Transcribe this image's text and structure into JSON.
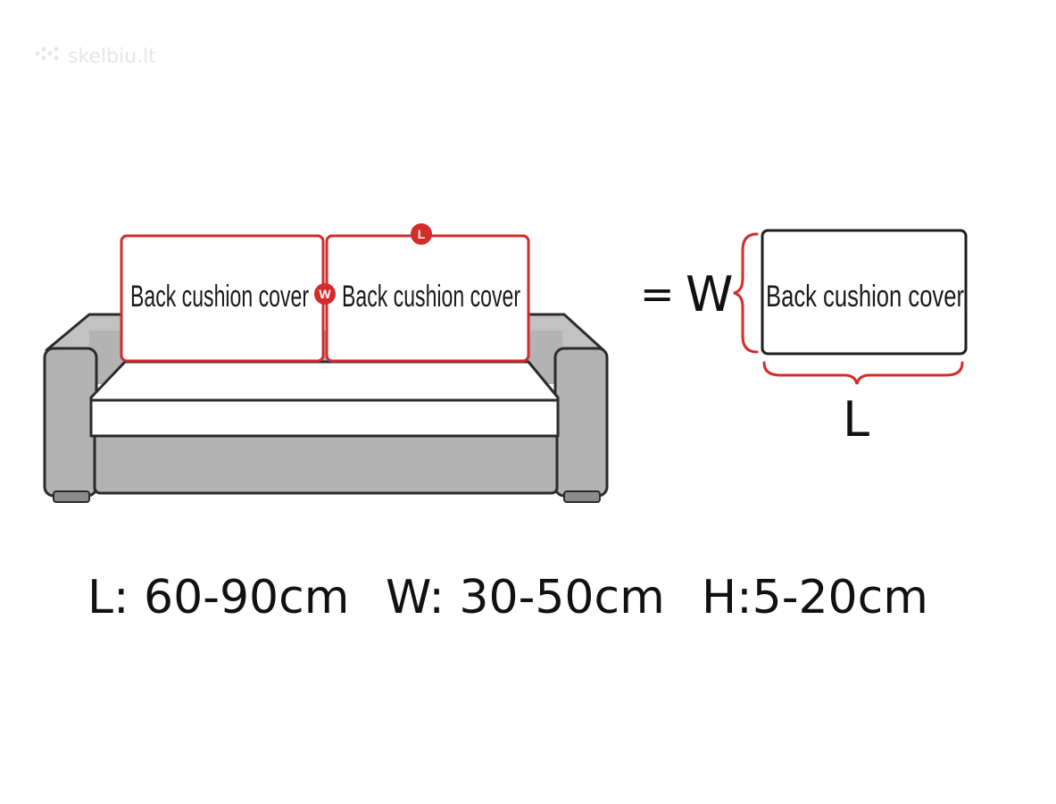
{
  "watermark": "skelbiu.lt",
  "sofa": {
    "left_cushion_label": "Back cushion cover",
    "right_cushion_label": "Back cushion cover",
    "width_badge": "W",
    "length_badge": "L"
  },
  "detail": {
    "equals": "=",
    "width_letter": "W",
    "cushion_label": "Back cushion cover",
    "length_letter": "L"
  },
  "dimensions": {
    "length": "L: 60-90cm",
    "width": "W: 30-50cm",
    "height": "H:5-20cm"
  },
  "colors": {
    "accent_red": "#d42b2b",
    "sofa_gray": "#b3b3b3",
    "outline": "#2b2b2b"
  }
}
